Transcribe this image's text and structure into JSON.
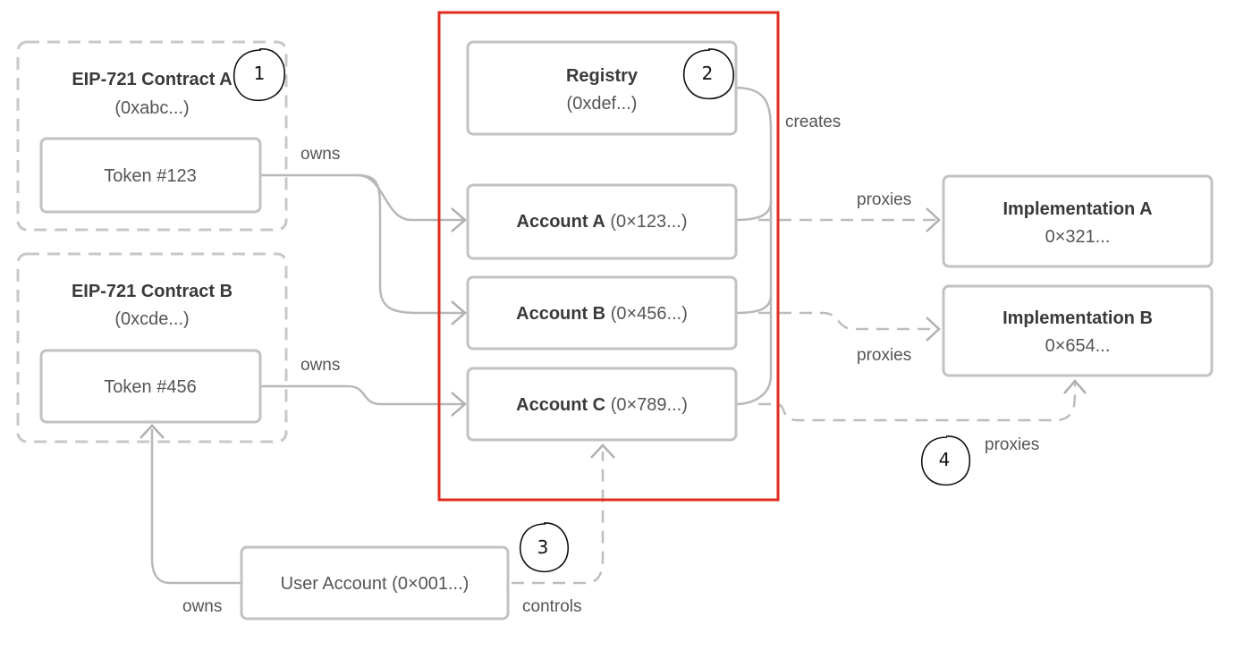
{
  "contract_a": {
    "title": "EIP-721 Contract A",
    "address": "(0xabc...)",
    "token": "Token #123"
  },
  "contract_b": {
    "title": "EIP-721 Contract B",
    "address": "(0xcde...)",
    "token": "Token #456"
  },
  "registry": {
    "title": "Registry",
    "address": "(0xdef...)"
  },
  "accounts": [
    {
      "name": "Account A",
      "address": "(0×123...)"
    },
    {
      "name": "Account B",
      "address": "(0×456...)"
    },
    {
      "name": "Account C",
      "address": "(0×789...)"
    }
  ],
  "implementations": [
    {
      "name": "Implementation A",
      "address": "0×321..."
    },
    {
      "name": "Implementation B",
      "address": "0×654..."
    }
  ],
  "user_account": {
    "label": "User Account (0×001...)"
  },
  "edge_labels": {
    "owns_a": "owns",
    "owns_b": "owns",
    "owns_user": "owns",
    "creates": "creates",
    "proxies_a": "proxies",
    "proxies_b": "proxies",
    "proxies_c": "proxies",
    "controls": "controls"
  },
  "callouts": [
    "1",
    "2",
    "3",
    "4"
  ],
  "colors": {
    "highlight": "#e12b1f",
    "box_stroke": "#c2c2c2",
    "text": "#3a3a3a"
  }
}
